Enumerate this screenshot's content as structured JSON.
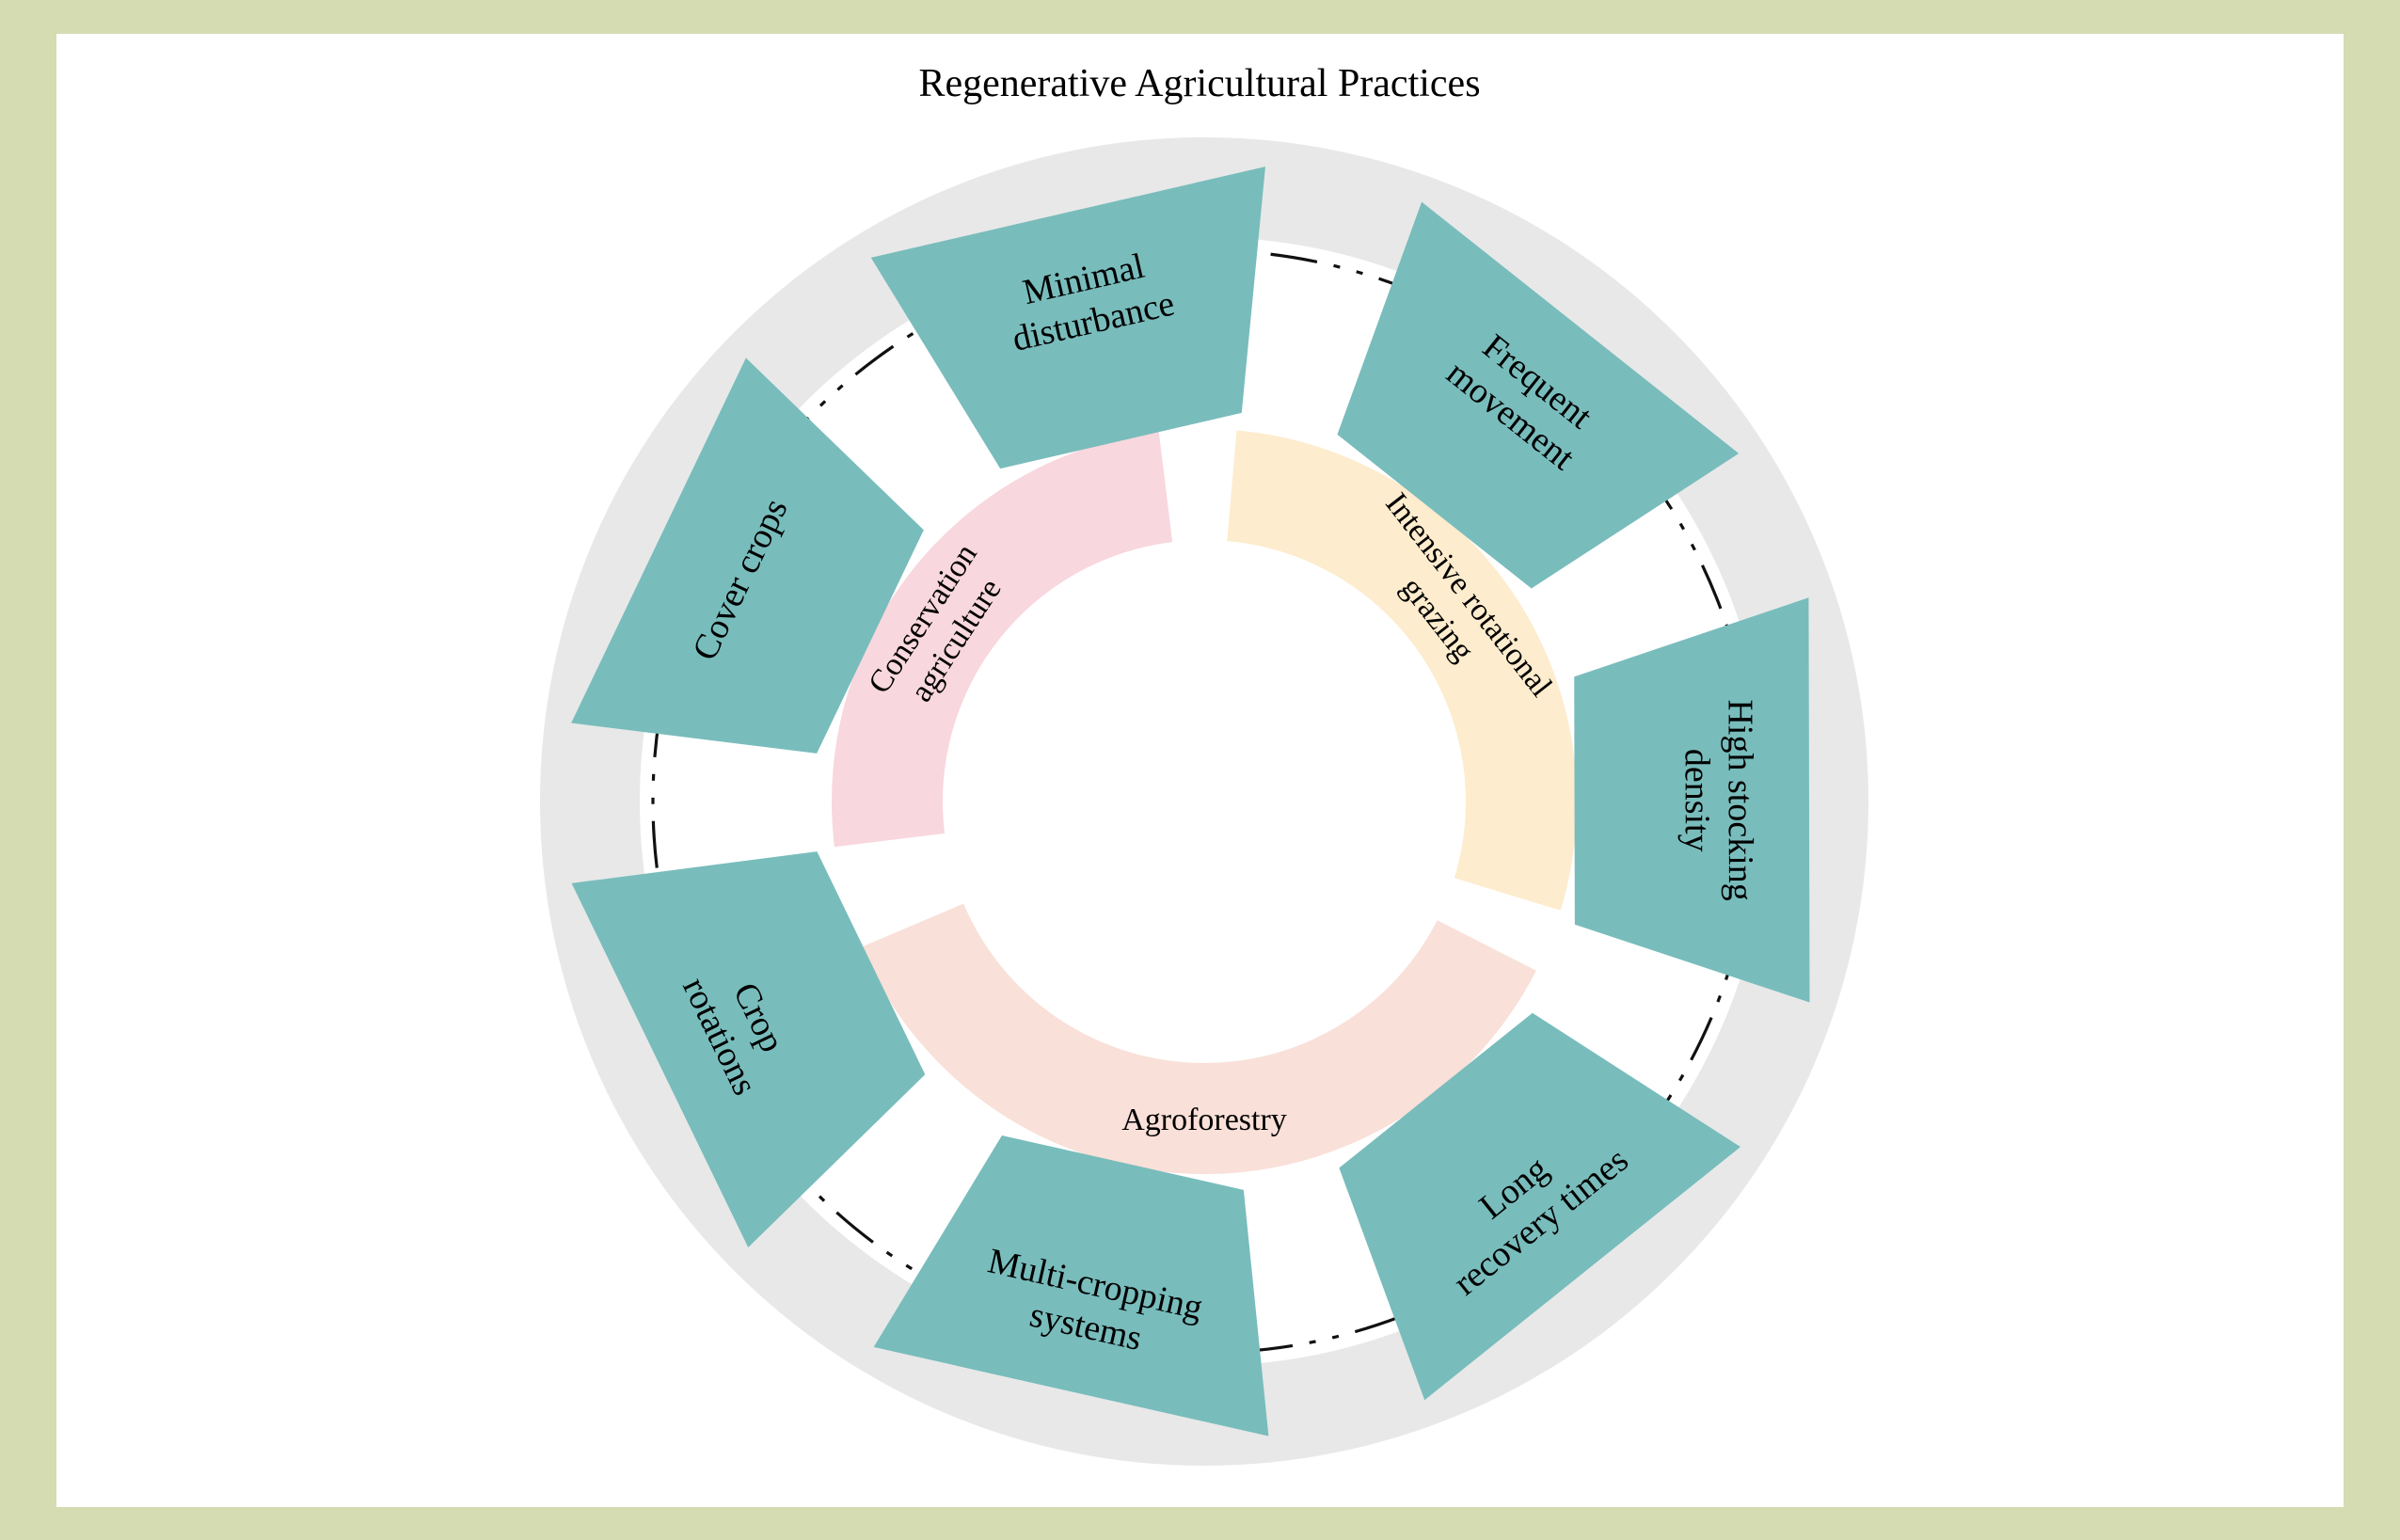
{
  "title": "Regenerative Agricultural Practices",
  "colors": {
    "page_border": "#d5dcb2",
    "canvas": "#ffffff",
    "ring": "#e8e8e8",
    "inner": "#ffffff",
    "segment": "#79bcbc",
    "dash_circle": "#111111",
    "text": "#000000",
    "arc_conservation": "#f8d7de",
    "arc_grazing": "#fdeccd",
    "arc_agroforestry": "#f9e0d8"
  },
  "segments": [
    {
      "id": "minimal-disturbance",
      "lines": [
        "Minimal",
        "disturbance"
      ],
      "angle": 103
    },
    {
      "id": "frequent-movement",
      "lines": [
        "Frequent",
        "movement"
      ],
      "angle": 51.57
    },
    {
      "id": "high-stocking-density",
      "lines": [
        "High stocking",
        "density"
      ],
      "angle": 0.14
    },
    {
      "id": "long-recovery-times",
      "lines": [
        "Long",
        "recovery times"
      ],
      "angle": -51.29
    },
    {
      "id": "multi-cropping-systems",
      "lines": [
        "Multi-cropping",
        "systems"
      ],
      "angle": -102.71
    },
    {
      "id": "crop-rotations",
      "lines": [
        "Crop",
        "rotations"
      ],
      "angle": -154.14
    },
    {
      "id": "cover-crops",
      "lines": [
        "Cover crops"
      ],
      "angle": 154.43
    }
  ],
  "arcs": [
    {
      "id": "conservation-agriculture",
      "lines": [
        "Conservation",
        "agriculture"
      ],
      "start": 97,
      "end": 187,
      "label_angle": 147,
      "color_key": "arc_conservation"
    },
    {
      "id": "intensive-rotational-grazing",
      "lines": [
        "Intensive rotational",
        "grazing"
      ],
      "start": -17,
      "end": 85,
      "label_angle": 38,
      "color_key": "arc_grazing"
    },
    {
      "id": "agroforestry",
      "lines": [
        "Agroforestry"
      ],
      "start": -157,
      "end": -27,
      "label_angle": -90,
      "color_key": "arc_agroforestry"
    }
  ]
}
